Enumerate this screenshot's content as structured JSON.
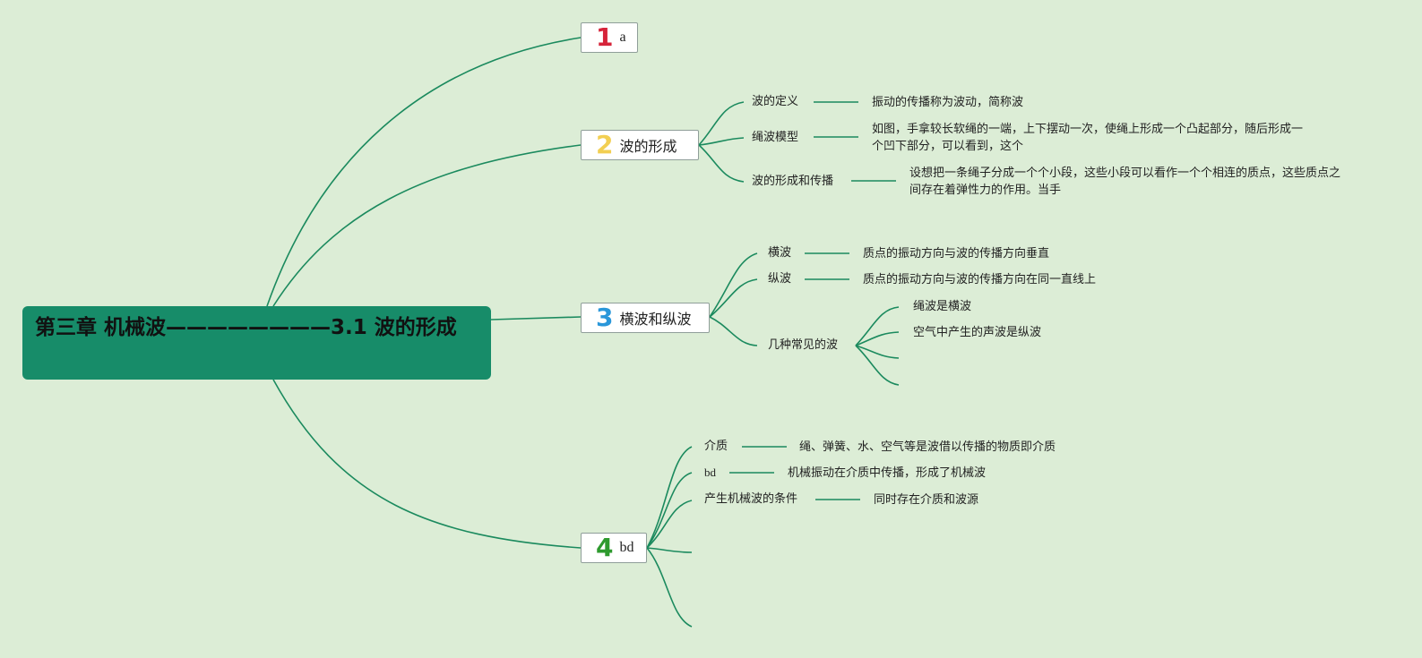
{
  "root": {
    "title": "第三章 机械波————————3.1 波的形成"
  },
  "topics": [
    {
      "number": "1",
      "label": "a",
      "number_color": "#d6243a"
    },
    {
      "number": "2",
      "label": "波的形成",
      "number_color": "#f2cf52",
      "children": [
        {
          "label": "波的定义",
          "detail": "振动的传播称为波动，简称波"
        },
        {
          "label": "绳波模型",
          "detail": "如图，手拿较长软绳的一端，上下摆动一次，使绳上形成一个凸起部分，随后形成一个凹下部分，可以看到，这个"
        },
        {
          "label": "波的形成和传播",
          "detail": "设想把一条绳子分成一个个小段，这些小段可以看作一个个相连的质点，这些质点之间存在着弹性力的作用。当手"
        }
      ]
    },
    {
      "number": "3",
      "label": "横波和纵波",
      "number_color": "#2a97da",
      "children": [
        {
          "label": "横波",
          "detail": "质点的振动方向与波的传播方向垂直"
        },
        {
          "label": "纵波",
          "detail": "质点的振动方向与波的传播方向在同一直线上"
        },
        {
          "label": "几种常见的波",
          "items": [
            "绳波是横波",
            "空气中产生的声波是纵波",
            "",
            ""
          ]
        }
      ]
    },
    {
      "number": "4",
      "label": "bd",
      "number_color": "#2e9a2e",
      "children": [
        {
          "label": "介质",
          "detail": "绳、弹簧、水、空气等是波借以传播的物质即介质"
        },
        {
          "label": "bd",
          "detail": "机械振动在介质中传播，形成了机械波"
        },
        {
          "label": "产生机械波的条件",
          "detail": "同时存在介质和波源"
        },
        {
          "label": "",
          "detail": ""
        },
        {
          "label": "",
          "detail": ""
        }
      ]
    }
  ]
}
